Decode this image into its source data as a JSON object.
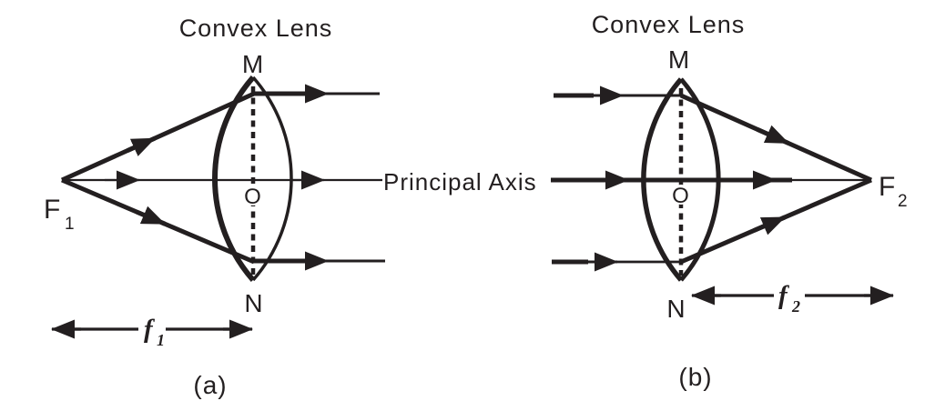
{
  "figure": {
    "background": "#ffffff",
    "ink": "#231f20",
    "axis_label": "Principal Axis",
    "panels": [
      {
        "caption": "(a)",
        "title": "Convex Lens",
        "lens_top": "M",
        "lens_bottom": "N",
        "optical_center": "O",
        "focus_base": "F",
        "focus_sub": "1",
        "focal_base": "f",
        "focal_sub": "1"
      },
      {
        "caption": "(b)",
        "title": "Convex Lens",
        "lens_top": "M",
        "lens_bottom": "N",
        "optical_center": "O",
        "focus_base": "F",
        "focus_sub": "2",
        "focal_base": "f",
        "focal_sub": "2"
      }
    ]
  }
}
